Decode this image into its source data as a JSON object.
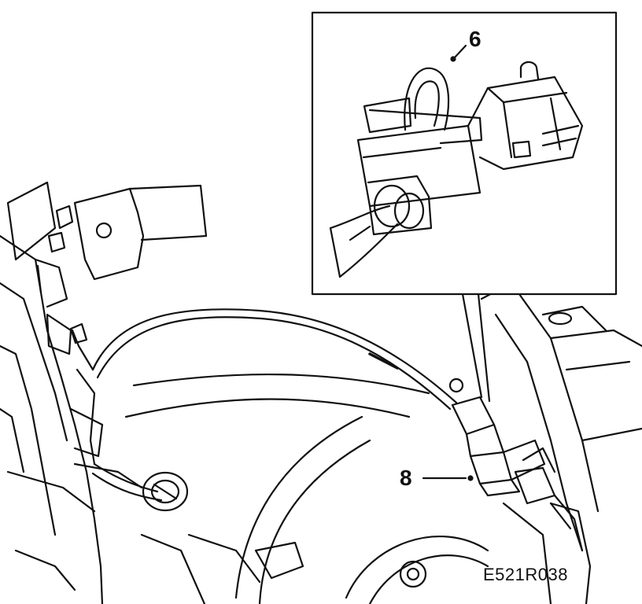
{
  "figure": {
    "code": "E521R038",
    "callouts": [
      {
        "id": "6",
        "text": "6"
      },
      {
        "id": "8",
        "text": "8"
      }
    ]
  },
  "colors": {
    "line": "#111111",
    "fill": "#ffffff",
    "shade": "#d9d9d9"
  }
}
